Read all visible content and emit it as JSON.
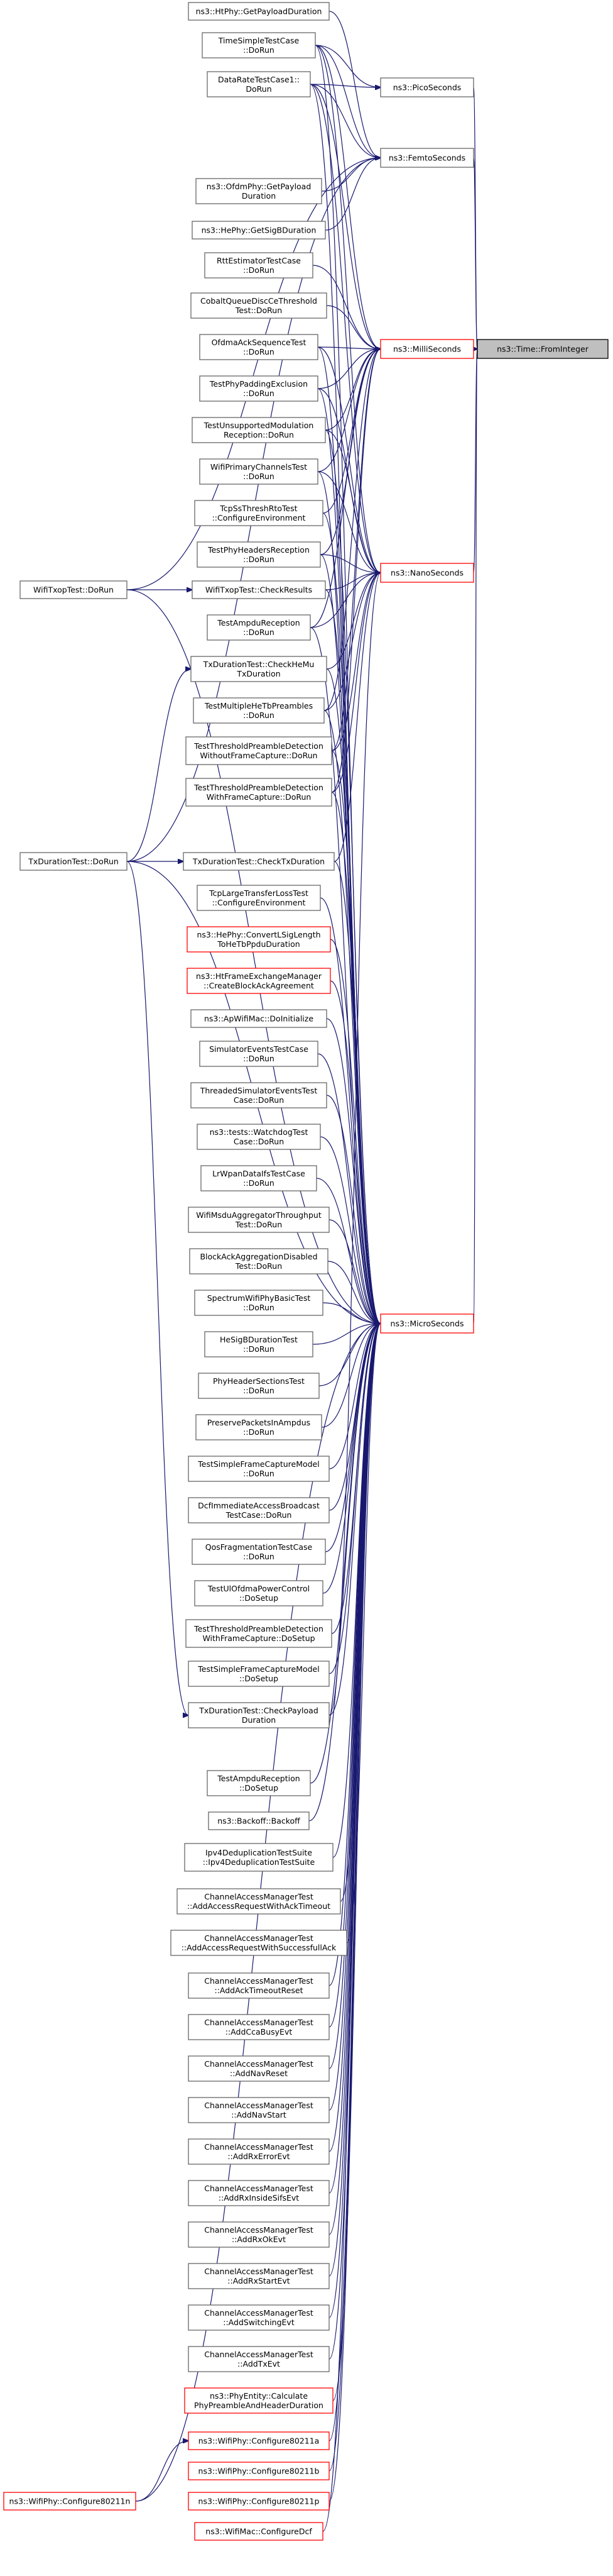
{
  "diagram": {
    "title": "Caller graph of ns3::Time::FromInteger",
    "colors": {
      "edge": "#191970",
      "node_border": "#666666",
      "highlight_border": "#ff0000",
      "root_fill": "#bfbfbf"
    },
    "nodes": {
      "fromInteger": {
        "lines": [
          "ns3::Time::FromInteger"
        ],
        "style": "root"
      },
      "pico": {
        "lines": [
          "ns3::PicoSeconds"
        ],
        "style": "normal"
      },
      "femto": {
        "lines": [
          "ns3::FemtoSeconds"
        ],
        "style": "normal"
      },
      "milli": {
        "lines": [
          "ns3::MilliSeconds"
        ],
        "style": "red"
      },
      "nano": {
        "lines": [
          "ns3::NanoSeconds"
        ],
        "style": "red"
      },
      "micro": {
        "lines": [
          "ns3::MicroSeconds"
        ],
        "style": "red"
      },
      "htGetPayload": {
        "lines": [
          "ns3::HtPhy::GetPayloadDuration"
        ],
        "style": "normal"
      },
      "timeSimple": {
        "lines": [
          "TimeSimpleTestCase",
          "::DoRun"
        ],
        "style": "normal"
      },
      "dataRate": {
        "lines": [
          "DataRateTestCase1::",
          "DoRun"
        ],
        "style": "normal"
      },
      "ofdmGetPayload": {
        "lines": [
          "ns3::OfdmPhy::GetPayload",
          "Duration"
        ],
        "style": "normal"
      },
      "heGetSigB": {
        "lines": [
          "ns3::HePhy::GetSigBDuration"
        ],
        "style": "normal"
      },
      "rttEst": {
        "lines": [
          "RttEstimatorTestCase",
          "::DoRun"
        ],
        "style": "normal"
      },
      "cobalt": {
        "lines": [
          "CobaltQueueDiscCeThreshold",
          "Test::DoRun"
        ],
        "style": "normal"
      },
      "ofdmaAck": {
        "lines": [
          "OfdmaAckSequenceTest",
          "::DoRun"
        ],
        "style": "normal"
      },
      "phyPadding": {
        "lines": [
          "TestPhyPaddingExclusion",
          "::DoRun"
        ],
        "style": "normal"
      },
      "unsupMod": {
        "lines": [
          "TestUnsupportedModulation",
          "Reception::DoRun"
        ],
        "style": "normal"
      },
      "wifiPrimary": {
        "lines": [
          "WifiPrimaryChannelsTest",
          "::DoRun"
        ],
        "style": "normal"
      },
      "tcpSs": {
        "lines": [
          "TcpSsThreshRtoTest",
          "::ConfigureEnvironment"
        ],
        "style": "normal"
      },
      "phyHeaders": {
        "lines": [
          "TestPhyHeadersReception",
          "::DoRun"
        ],
        "style": "normal"
      },
      "wifiTxopCheck": {
        "lines": [
          "WifiTxopTest::CheckResults"
        ],
        "style": "normal"
      },
      "wifiTxopRun": {
        "lines": [
          "WifiTxopTest::DoRun"
        ],
        "style": "normal"
      },
      "ampduRecRun": {
        "lines": [
          "TestAmpduReception",
          "::DoRun"
        ],
        "style": "normal"
      },
      "checkHeMu": {
        "lines": [
          "TxDurationTest::CheckHeMu",
          "TxDuration"
        ],
        "style": "normal"
      },
      "multiHeTb": {
        "lines": [
          "TestMultipleHeTbPreambles",
          "::DoRun"
        ],
        "style": "normal"
      },
      "threshWithout": {
        "lines": [
          "TestThresholdPreambleDetection",
          "WithoutFrameCapture::DoRun"
        ],
        "style": "normal"
      },
      "threshWith": {
        "lines": [
          "TestThresholdPreambleDetection",
          "WithFrameCapture::DoRun"
        ],
        "style": "normal"
      },
      "txDurRun": {
        "lines": [
          "TxDurationTest::DoRun"
        ],
        "style": "normal"
      },
      "checkTxDur": {
        "lines": [
          "TxDurationTest::CheckTxDuration"
        ],
        "style": "normal"
      },
      "tcpLarge": {
        "lines": [
          "TcpLargeTransferLossTest",
          "::ConfigureEnvironment"
        ],
        "style": "normal"
      },
      "heConvert": {
        "lines": [
          "ns3::HePhy::ConvertLSigLength",
          "ToHeTbPpduDuration"
        ],
        "style": "red"
      },
      "htFrameEx": {
        "lines": [
          "ns3::HtFrameExchangeManager",
          "::CreateBlockAckAgreement"
        ],
        "style": "red"
      },
      "apWifiMac": {
        "lines": [
          "ns3::ApWifiMac::DoInitialize"
        ],
        "style": "normal"
      },
      "simEvents": {
        "lines": [
          "SimulatorEventsTestCase",
          "::DoRun"
        ],
        "style": "normal"
      },
      "threadedSim": {
        "lines": [
          "ThreadedSimulatorEventsTest",
          "Case::DoRun"
        ],
        "style": "normal"
      },
      "watchdog": {
        "lines": [
          "ns3::tests::WatchdogTest",
          "Case::DoRun"
        ],
        "style": "normal"
      },
      "lrWpan": {
        "lines": [
          "LrWpanDataIfsTestCase",
          "::DoRun"
        ],
        "style": "normal"
      },
      "wifiMsdu": {
        "lines": [
          "WifiMsduAggregatorThroughput",
          "Test::DoRun"
        ],
        "style": "normal"
      },
      "blockAckAgg": {
        "lines": [
          "BlockAckAggregationDisabled",
          "Test::DoRun"
        ],
        "style": "normal"
      },
      "spectrumWifi": {
        "lines": [
          "SpectrumWifiPhyBasicTest",
          "::DoRun"
        ],
        "style": "normal"
      },
      "heSigB": {
        "lines": [
          "HeSigBDurationTest",
          "::DoRun"
        ],
        "style": "normal"
      },
      "phyHeaderSections": {
        "lines": [
          "PhyHeaderSectionsTest",
          "::DoRun"
        ],
        "style": "normal"
      },
      "preservePackets": {
        "lines": [
          "PreservePacketsInAmpdus",
          "::DoRun"
        ],
        "style": "normal"
      },
      "simpleFrameRun": {
        "lines": [
          "TestSimpleFrameCaptureModel",
          "::DoRun"
        ],
        "style": "normal"
      },
      "dcfImmediate": {
        "lines": [
          "DcfImmediateAccessBroadcast",
          "TestCase::DoRun"
        ],
        "style": "normal"
      },
      "qosFrag": {
        "lines": [
          "QosFragmentationTestCase",
          "::DoRun"
        ],
        "style": "normal"
      },
      "ulOfdma": {
        "lines": [
          "TestUlOfdmaPowerControl",
          "::DoSetup"
        ],
        "style": "normal"
      },
      "threshWithSetup": {
        "lines": [
          "TestThresholdPreambleDetection",
          "WithFrameCapture::DoSetup"
        ],
        "style": "normal"
      },
      "simpleFrameSetup": {
        "lines": [
          "TestSimpleFrameCaptureModel",
          "::DoSetup"
        ],
        "style": "normal"
      },
      "checkPayload": {
        "lines": [
          "TxDurationTest::CheckPayload",
          "Duration"
        ],
        "style": "normal"
      },
      "ampduRecSetup": {
        "lines": [
          "TestAmpduReception",
          "::DoSetup"
        ],
        "style": "normal"
      },
      "backoff": {
        "lines": [
          "ns3::Backoff::Backoff"
        ],
        "style": "normal"
      },
      "ipv4Dedup": {
        "lines": [
          "Ipv4DeduplicationTestSuite",
          "::Ipv4DeduplicationTestSuite"
        ],
        "style": "normal"
      },
      "camAckTimeout": {
        "lines": [
          "ChannelAccessManagerTest",
          "::AddAccessRequestWithAckTimeout"
        ],
        "style": "normal"
      },
      "camSuccessfulAck": {
        "lines": [
          "ChannelAccessManagerTest",
          "::AddAccessRequestWithSuccessfullAck"
        ],
        "style": "normal"
      },
      "camAckTimeoutReset": {
        "lines": [
          "ChannelAccessManagerTest",
          "::AddAckTimeoutReset"
        ],
        "style": "normal"
      },
      "camCcaBusy": {
        "lines": [
          "ChannelAccessManagerTest",
          "::AddCcaBusyEvt"
        ],
        "style": "normal"
      },
      "camNavReset": {
        "lines": [
          "ChannelAccessManagerTest",
          "::AddNavReset"
        ],
        "style": "normal"
      },
      "camNavStart": {
        "lines": [
          "ChannelAccessManagerTest",
          "::AddNavStart"
        ],
        "style": "normal"
      },
      "camRxError": {
        "lines": [
          "ChannelAccessManagerTest",
          "::AddRxErrorEvt"
        ],
        "style": "normal"
      },
      "camRxInsideSifs": {
        "lines": [
          "ChannelAccessManagerTest",
          "::AddRxInsideSifsEvt"
        ],
        "style": "normal"
      },
      "camRxOk": {
        "lines": [
          "ChannelAccessManagerTest",
          "::AddRxOkEvt"
        ],
        "style": "normal"
      },
      "camRxStart": {
        "lines": [
          "ChannelAccessManagerTest",
          "::AddRxStartEvt"
        ],
        "style": "normal"
      },
      "camSwitching": {
        "lines": [
          "ChannelAccessManagerTest",
          "::AddSwitchingEvt"
        ],
        "style": "normal"
      },
      "camTx": {
        "lines": [
          "ChannelAccessManagerTest",
          "::AddTxEvt"
        ],
        "style": "normal"
      },
      "phyEntity": {
        "lines": [
          "ns3::PhyEntity::Calculate",
          "PhyPreambleAndHeaderDuration"
        ],
        "style": "red"
      },
      "cfg80211a": {
        "lines": [
          "ns3::WifiPhy::Configure80211a"
        ],
        "style": "red"
      },
      "cfg80211b": {
        "lines": [
          "ns3::WifiPhy::Configure80211b"
        ],
        "style": "red"
      },
      "cfg80211p": {
        "lines": [
          "ns3::WifiPhy::Configure80211p"
        ],
        "style": "red"
      },
      "configureDcf": {
        "lines": [
          "ns3::WifiMac::ConfigureDcf"
        ],
        "style": "red"
      },
      "cfg80211n": {
        "lines": [
          "ns3::WifiPhy::Configure80211n"
        ],
        "style": "red"
      }
    },
    "edges": [
      [
        "pico",
        "fromInteger"
      ],
      [
        "femto",
        "fromInteger"
      ],
      [
        "milli",
        "fromInteger"
      ],
      [
        "nano",
        "fromInteger"
      ],
      [
        "micro",
        "fromInteger"
      ],
      [
        "timeSimple",
        "pico"
      ],
      [
        "dataRate",
        "pico"
      ],
      [
        "htGetPayload",
        "femto"
      ],
      [
        "timeSimple",
        "femto"
      ],
      [
        "dataRate",
        "femto"
      ],
      [
        "ofdmGetPayload",
        "femto"
      ],
      [
        "heGetSigB",
        "femto"
      ],
      [
        "wifiTxopRun",
        "femto"
      ],
      [
        "txDurRun",
        "femto"
      ],
      [
        "timeSimple",
        "milli"
      ],
      [
        "dataRate",
        "milli"
      ],
      [
        "rttEst",
        "milli"
      ],
      [
        "cobalt",
        "milli"
      ],
      [
        "ofdmaAck",
        "milli"
      ],
      [
        "phyPadding",
        "milli"
      ],
      [
        "unsupMod",
        "milli"
      ],
      [
        "wifiPrimary",
        "milli"
      ],
      [
        "tcpSs",
        "milli"
      ],
      [
        "phyHeaders",
        "milli"
      ],
      [
        "ampduRecRun",
        "milli"
      ],
      [
        "multiHeTb",
        "milli"
      ],
      [
        "threshWithout",
        "milli"
      ],
      [
        "threshWith",
        "milli"
      ],
      [
        "timeSimple",
        "nano"
      ],
      [
        "dataRate",
        "nano"
      ],
      [
        "ofdmaAck",
        "nano"
      ],
      [
        "phyPadding",
        "nano"
      ],
      [
        "unsupMod",
        "nano"
      ],
      [
        "wifiPrimary",
        "nano"
      ],
      [
        "phyHeaders",
        "nano"
      ],
      [
        "wifiTxopCheck",
        "nano"
      ],
      [
        "ampduRecRun",
        "nano"
      ],
      [
        "checkHeMu",
        "nano"
      ],
      [
        "multiHeTb",
        "nano"
      ],
      [
        "threshWithout",
        "nano"
      ],
      [
        "threshWith",
        "nano"
      ],
      [
        "checkTxDur",
        "nano"
      ],
      [
        "checkPayload",
        "nano"
      ],
      [
        "wifiTxopRun",
        "wifiTxopCheck"
      ],
      [
        "txDurRun",
        "checkHeMu"
      ],
      [
        "txDurRun",
        "checkTxDur"
      ],
      [
        "txDurRun",
        "checkPayload"
      ],
      [
        "cfg80211n",
        "cfg80211a"
      ],
      [
        "timeSimple",
        "micro"
      ],
      [
        "dataRate",
        "micro"
      ],
      [
        "ofdmaAck",
        "micro"
      ],
      [
        "phyPadding",
        "micro"
      ],
      [
        "unsupMod",
        "micro"
      ],
      [
        "wifiPrimary",
        "micro"
      ],
      [
        "tcpSs",
        "micro"
      ],
      [
        "phyHeaders",
        "micro"
      ],
      [
        "wifiTxopCheck",
        "micro"
      ],
      [
        "ampduRecRun",
        "micro"
      ],
      [
        "checkHeMu",
        "micro"
      ],
      [
        "multiHeTb",
        "micro"
      ],
      [
        "threshWithout",
        "micro"
      ],
      [
        "threshWith",
        "micro"
      ],
      [
        "checkTxDur",
        "micro"
      ],
      [
        "tcpLarge",
        "micro"
      ],
      [
        "heConvert",
        "micro"
      ],
      [
        "htFrameEx",
        "micro"
      ],
      [
        "apWifiMac",
        "micro"
      ],
      [
        "simEvents",
        "micro"
      ],
      [
        "threadedSim",
        "micro"
      ],
      [
        "watchdog",
        "micro"
      ],
      [
        "lrWpan",
        "micro"
      ],
      [
        "wifiMsdu",
        "micro"
      ],
      [
        "blockAckAgg",
        "micro"
      ],
      [
        "spectrumWifi",
        "micro"
      ],
      [
        "heSigB",
        "micro"
      ],
      [
        "phyHeaderSections",
        "micro"
      ],
      [
        "preservePackets",
        "micro"
      ],
      [
        "simpleFrameRun",
        "micro"
      ],
      [
        "dcfImmediate",
        "micro"
      ],
      [
        "qosFrag",
        "micro"
      ],
      [
        "ulOfdma",
        "micro"
      ],
      [
        "threshWithSetup",
        "micro"
      ],
      [
        "simpleFrameSetup",
        "micro"
      ],
      [
        "checkPayload",
        "micro"
      ],
      [
        "ampduRecSetup",
        "micro"
      ],
      [
        "backoff",
        "micro"
      ],
      [
        "ipv4Dedup",
        "micro"
      ],
      [
        "camAckTimeout",
        "micro"
      ],
      [
        "camSuccessfulAck",
        "micro"
      ],
      [
        "camAckTimeoutReset",
        "micro"
      ],
      [
        "camCcaBusy",
        "micro"
      ],
      [
        "camNavReset",
        "micro"
      ],
      [
        "camNavStart",
        "micro"
      ],
      [
        "camRxError",
        "micro"
      ],
      [
        "camRxInsideSifs",
        "micro"
      ],
      [
        "camRxOk",
        "micro"
      ],
      [
        "camRxStart",
        "micro"
      ],
      [
        "camSwitching",
        "micro"
      ],
      [
        "camTx",
        "micro"
      ],
      [
        "phyEntity",
        "micro"
      ],
      [
        "cfg80211a",
        "micro"
      ],
      [
        "cfg80211b",
        "micro"
      ],
      [
        "cfg80211p",
        "micro"
      ],
      [
        "configureDcf",
        "micro"
      ],
      [
        "cfg80211n",
        "micro"
      ],
      [
        "wifiTxopRun",
        "micro"
      ],
      [
        "txDurRun",
        "micro"
      ]
    ]
  }
}
